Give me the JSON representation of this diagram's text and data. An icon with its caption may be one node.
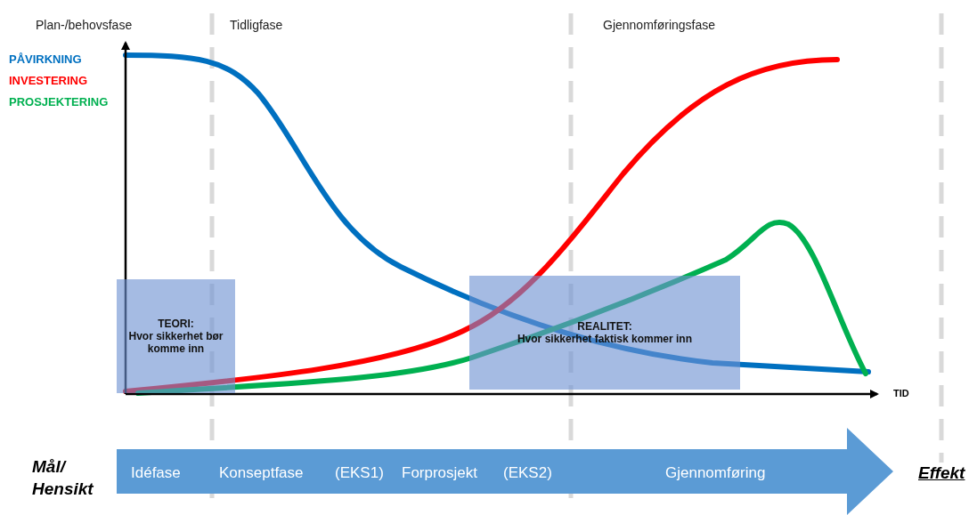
{
  "diagram": {
    "nodes": [
      {
        "text": [
          "TEORI:",
          "Hvor sikkerhet bør komme inn"
        ]
      },
      {
        "text": [
          "REALITET:",
          "Hvor sikkerhet faktisk kommer inn"
        ]
      },
      {
        "text": [
          "Idéfase",
          "Konseptfase",
          "(EKS1)",
          "Forprosjekt",
          "(EKS2)",
          "Gjennomføring"
        ]
      }
    ],
    "edges": [],
    "labels": [
      "Plan-/behovsfase",
      "Tidligfase",
      "Gjennomføringsfase",
      "TID",
      "Mål/ Hensikt",
      "Effekt"
    ],
    "legend": [
      {
        "text": "PÅVIRKNING",
        "color": "#0070c0"
      },
      {
        "text": "INVESTERING",
        "color": "#ff0000"
      },
      {
        "text": "PROSJEKTERING",
        "color": "#00b050"
      }
    ]
  }
}
